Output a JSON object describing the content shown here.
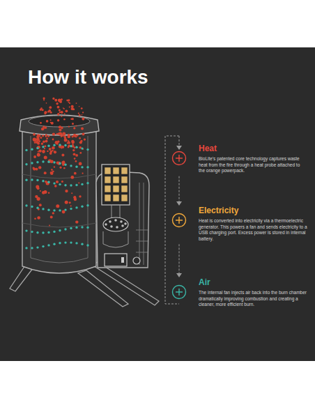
{
  "diagram": {
    "title": "How it works",
    "nodes": [
      {
        "text": [
          "Heat",
          "BioLite's patented core technology captures waste heat from the fire through a heat probe attached to the orange powerpack."
        ]
      },
      {
        "text": [
          "Electricity",
          "Heat is converted into electricity via a thermoelectric generator. This powers a fan and sends electricity to a USB charging port. Excess power is stored in internal battery."
        ]
      },
      {
        "text": [
          "Air",
          "The internal fan injects air back into the burn chamber dramatically improving combustion and creating a cleaner, more efficient burn."
        ]
      }
    ],
    "edges": [
      {
        "from": 0,
        "to": 1,
        "arrow": "to"
      },
      {
        "from": 1,
        "to": 2,
        "arrow": "to"
      }
    ]
  }
}
